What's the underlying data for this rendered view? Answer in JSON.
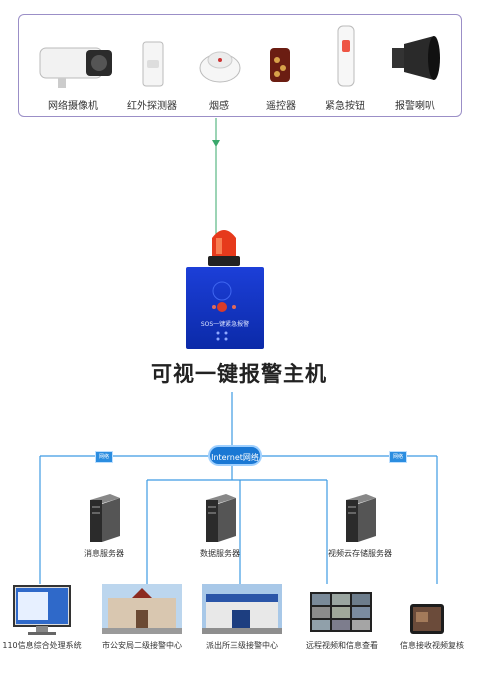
{
  "devices": [
    {
      "label": "网络摄像机",
      "icon": "camera-icon"
    },
    {
      "label": "红外探测器",
      "icon": "infrared-detector-icon"
    },
    {
      "label": "烟感",
      "icon": "smoke-detector-icon"
    },
    {
      "label": "遥控器",
      "icon": "remote-control-icon"
    },
    {
      "label": "紧急按钮",
      "icon": "emergency-button-icon"
    },
    {
      "label": "报警喇叭",
      "icon": "alarm-horn-icon"
    }
  ],
  "host": {
    "panel_text": "SOS一键紧急报警",
    "icon": "alarm-host-icon",
    "light_icon": "warning-light-icon"
  },
  "title": "可视一键报警主机",
  "network": {
    "internet_label": "Internet网络",
    "tag_left": "网络",
    "tag_right": "网络"
  },
  "servers": [
    {
      "label": "消息服务器",
      "icon": "server-icon"
    },
    {
      "label": "数据服务器",
      "icon": "server-icon"
    },
    {
      "label": "视频云存储服务器",
      "icon": "server-icon"
    }
  ],
  "terminals": [
    {
      "label": "110信息综合处理系统",
      "icon": "monitor-icon"
    },
    {
      "label": "市公安局二级接警中心",
      "icon": "building-photo-icon"
    },
    {
      "label": "派出所三级接警中心",
      "icon": "police-station-photo-icon"
    },
    {
      "label": "远程视频和信息查看",
      "icon": "video-wall-icon"
    },
    {
      "label": "信息接收视频复核",
      "icon": "tablet-icon"
    }
  ],
  "colors": {
    "line": "#3e9be3",
    "accent": "#1a78d4",
    "box_border": "#9b8fc7",
    "arrow": "#3aa86b"
  }
}
